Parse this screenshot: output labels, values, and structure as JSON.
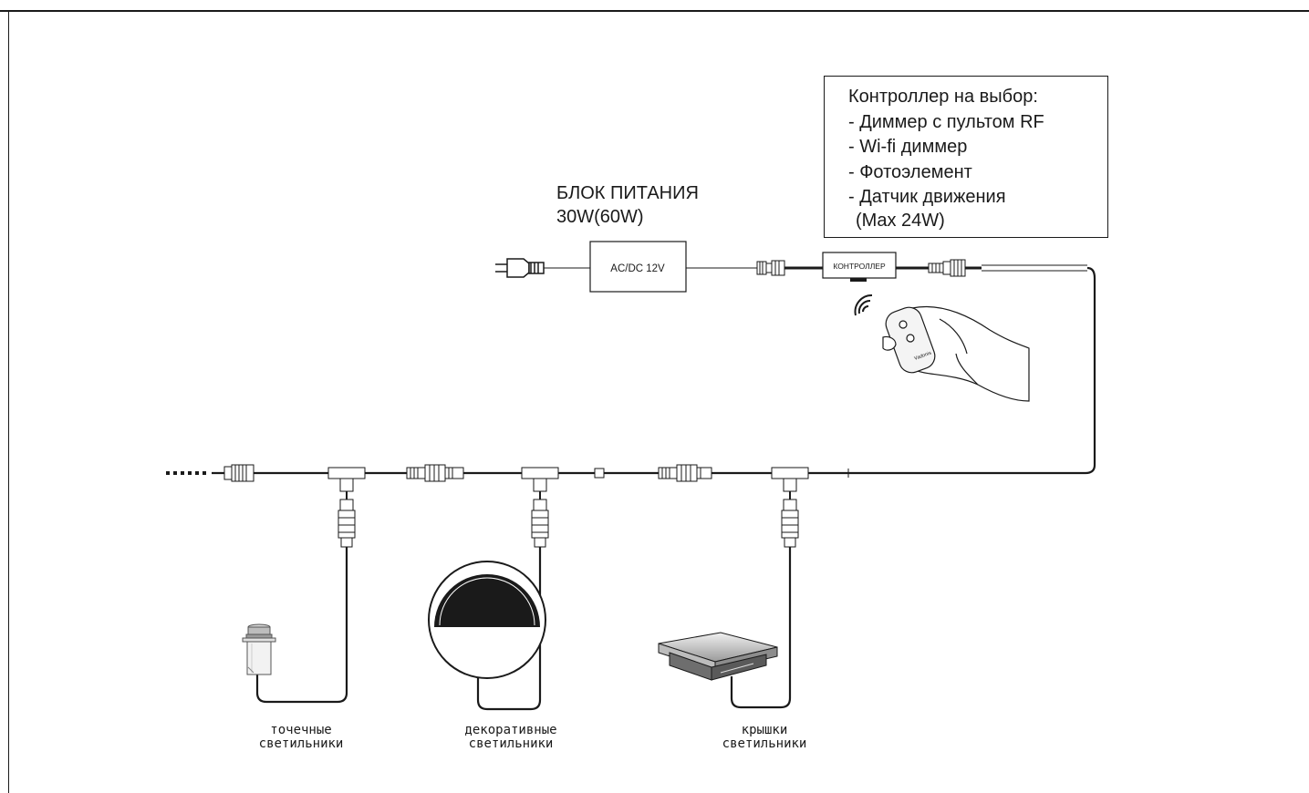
{
  "controller_box": {
    "lines": [
      "Контроллер на выбор:",
      "- Диммер с пультом RF",
      "- Wi-fi диммер",
      "- Фотоэлемент",
      "- Датчик движения",
      "  (Max 24W)"
    ]
  },
  "power_supply": {
    "title": "БЛОК ПИТАНИЯ",
    "rating": "30W(60W)",
    "box_label": "AC/DC 12V"
  },
  "controller": {
    "label": "КОНТРОЛЛЕР"
  },
  "remote": {
    "brand": "Vadonis"
  },
  "fixtures": [
    {
      "line1": "точечные",
      "line2": "светильники"
    },
    {
      "line1": "декоративные",
      "line2": "светильники"
    },
    {
      "line1": "крышки",
      "line2": "светильники"
    }
  ],
  "icons": {
    "plug": "plug-icon",
    "wifi": "wireless-signal-icon",
    "hand": "hand-holding-remote-icon"
  }
}
